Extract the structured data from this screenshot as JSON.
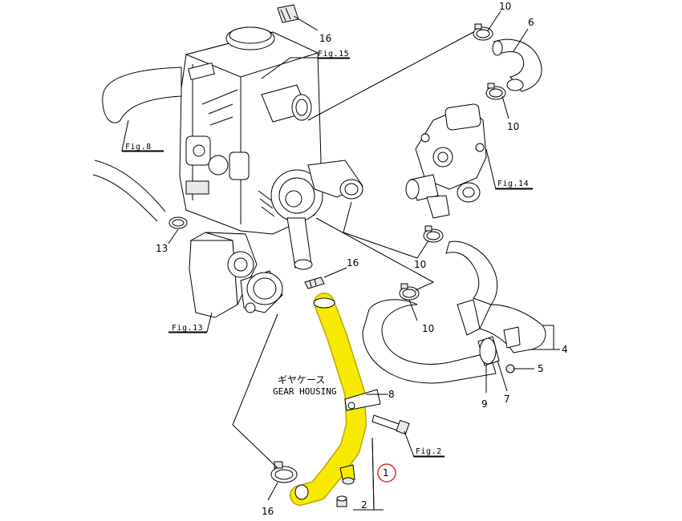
{
  "callouts": {
    "c1": "1",
    "c2": "2",
    "c4": "4",
    "c5": "5",
    "c6": "6",
    "c7": "7",
    "c8": "8",
    "c9": "9",
    "c10a": "10",
    "c10b": "10",
    "c10c": "10",
    "c10d": "10",
    "c13": "13",
    "c16a": "16",
    "c16b": "16",
    "c16c": "16"
  },
  "figure_refs": {
    "fig15": "Fig.15",
    "fig8": "Fig.8",
    "fig14": "Fig.14",
    "fig13": "Fig.13",
    "fig2": "Fig.2"
  },
  "labels": {
    "gear_housing_jp": "ギヤケース",
    "gear_housing_en": "GEAR HOUSING"
  },
  "colors": {
    "highlight": "#f7ea00",
    "highlight_stroke": "#b8a800",
    "circle_marker": "#d63030"
  }
}
